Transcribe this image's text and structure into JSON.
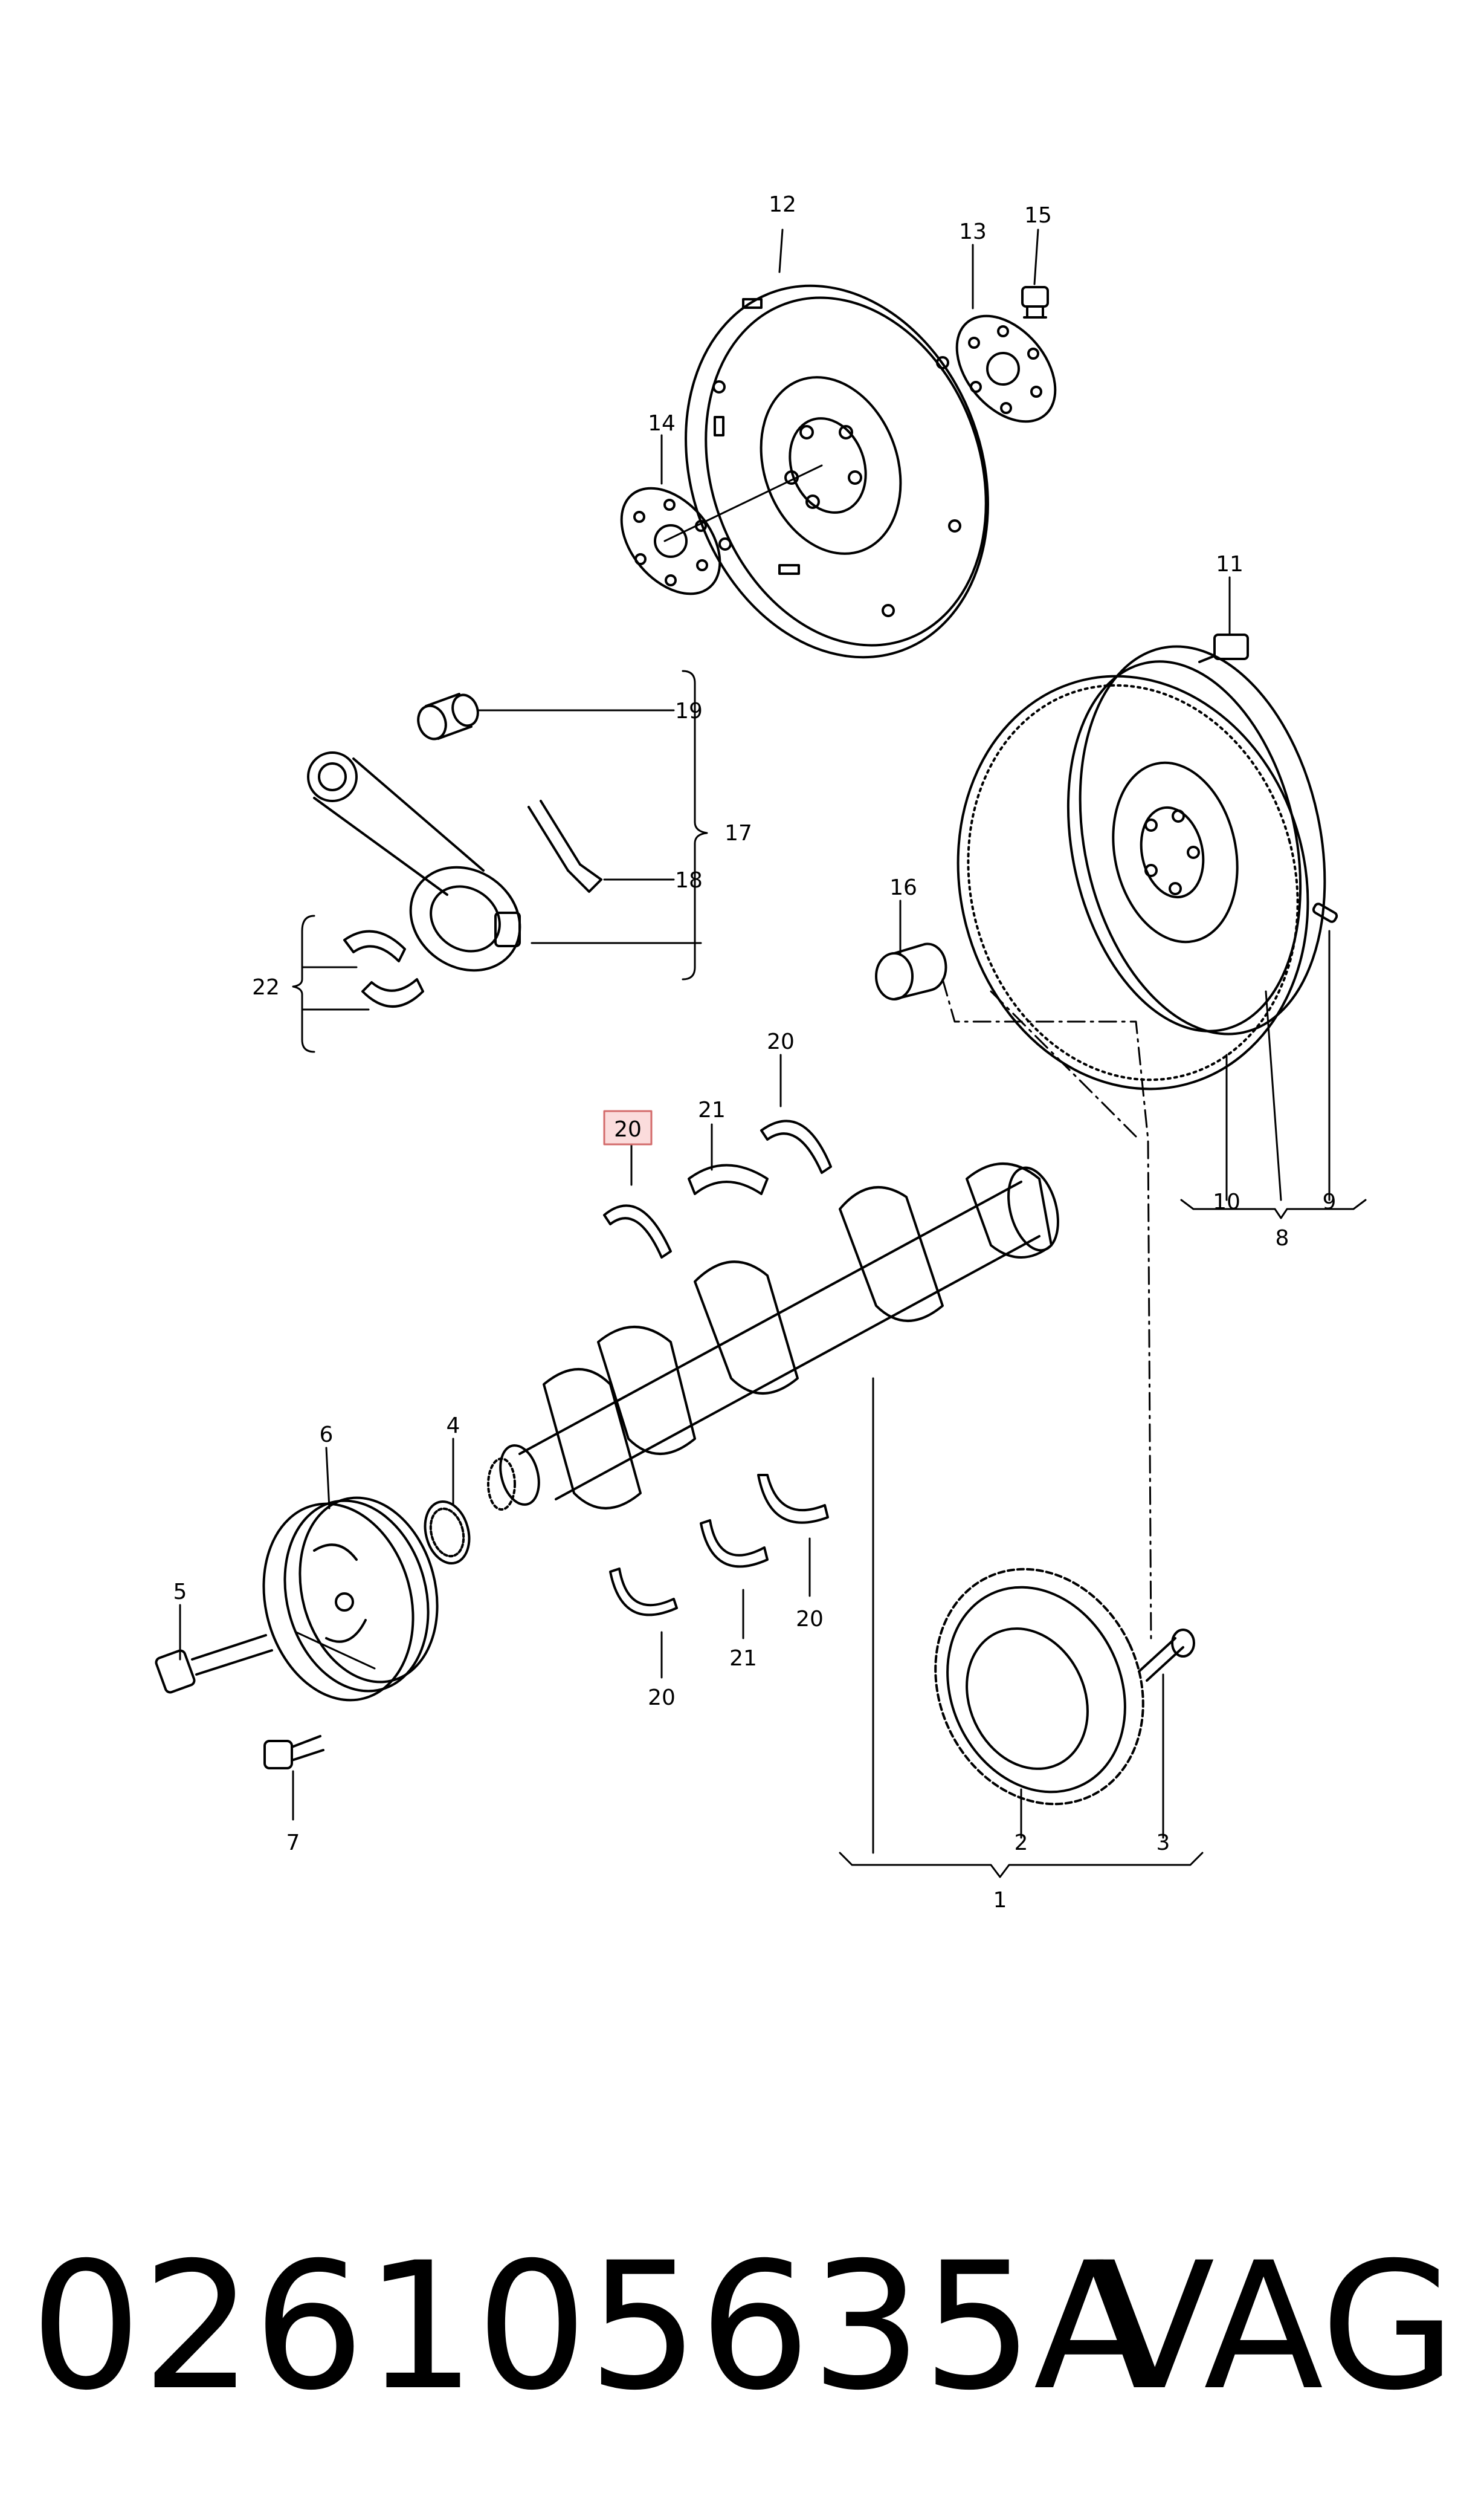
{
  "diagram": {
    "highlighted_callout": "20",
    "callouts": [
      {
        "id": "c1",
        "label": "1"
      },
      {
        "id": "c2",
        "label": "2"
      },
      {
        "id": "c3",
        "label": "3"
      },
      {
        "id": "c4",
        "label": "4"
      },
      {
        "id": "c5",
        "label": "5"
      },
      {
        "id": "c6",
        "label": "6"
      },
      {
        "id": "c7",
        "label": "7"
      },
      {
        "id": "c8",
        "label": "8"
      },
      {
        "id": "c9",
        "label": "9"
      },
      {
        "id": "c10",
        "label": "10"
      },
      {
        "id": "c11",
        "label": "11"
      },
      {
        "id": "c12",
        "label": "12"
      },
      {
        "id": "c13",
        "label": "13"
      },
      {
        "id": "c14",
        "label": "14"
      },
      {
        "id": "c15",
        "label": "15"
      },
      {
        "id": "c16",
        "label": "16"
      },
      {
        "id": "c17",
        "label": "17"
      },
      {
        "id": "c18",
        "label": "18"
      },
      {
        "id": "c19",
        "label": "19"
      },
      {
        "id": "c20a",
        "label": "20"
      },
      {
        "id": "c20b",
        "label": "20"
      },
      {
        "id": "c20c",
        "label": "20"
      },
      {
        "id": "c20d",
        "label": "20"
      },
      {
        "id": "c21a",
        "label": "21"
      },
      {
        "id": "c21b",
        "label": "21"
      },
      {
        "id": "c22",
        "label": "22"
      }
    ]
  },
  "caption": {
    "part_number": "026105635A",
    "brand": "VAG"
  }
}
